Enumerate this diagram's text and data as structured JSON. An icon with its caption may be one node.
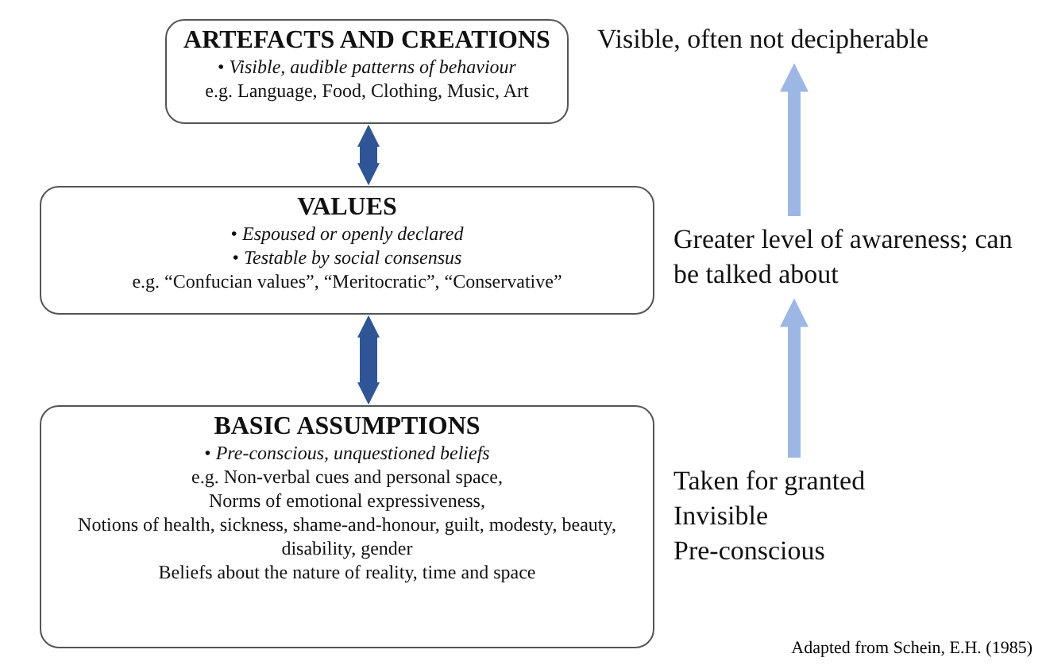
{
  "diagram": {
    "nodes": [
      {
        "text": [
          "ARTEFACTS AND CREATIONS",
          "• *Visible, audible patterns of behaviour*",
          "e.g. Language, Food, Clothing, Music, Art"
        ]
      },
      {
        "text": [
          "VALUES",
          "• *Espoused or openly declared*",
          "• *Testable by social consensus*",
          "e.g. “Confucian values”, “Meritocratic”, “Conservative”"
        ]
      },
      {
        "text": [
          "BASIC ASSUMPTIONS",
          "• *Pre-conscious, unquestioned beliefs*",
          "e.g. Non-verbal cues and personal space,",
          "Norms of emotional expressiveness,",
          "Notions of health, sickness, shame-and-honour, guilt, modesty, beauty, disability, gender",
          "Beliefs about the nature of reality, time and space"
        ]
      },
      {
        "text": [
          "Visible, often not decipherable"
        ]
      },
      {
        "text": [
          "Greater level of awareness; can be talked about"
        ]
      },
      {
        "text": [
          "Taken for granted",
          "Invisible",
          "Pre-conscious"
        ]
      }
    ],
    "edges": [
      {
        "from": 0,
        "to": 1,
        "arrow": "both"
      },
      {
        "from": 1,
        "to": 2,
        "arrow": "both"
      },
      {
        "from": 5,
        "to": 4,
        "arrow": "to",
        "color": "#9db7e4"
      },
      {
        "from": 4,
        "to": 3,
        "arrow": "to",
        "color": "#9db7e4"
      }
    ],
    "labels": [
      "Adapted from Schein, E.H. (1985)"
    ]
  }
}
